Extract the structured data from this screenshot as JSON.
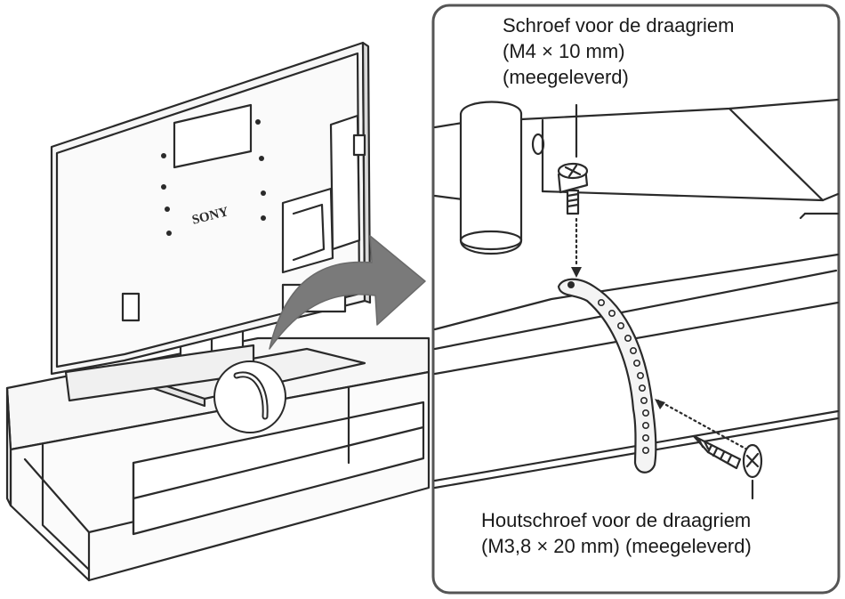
{
  "tv": {
    "brand_logo": "SONY"
  },
  "callouts": {
    "strap_screw": {
      "lines": [
        "Schroef voor de draagriem",
        "(M4 × 10 mm)",
        "(meegeleverd)"
      ]
    },
    "wood_screw": {
      "lines": [
        "Houtschroef voor de draagriem",
        "(M3,8 × 20 mm) (meegeleverd)"
      ]
    }
  },
  "colors": {
    "line": "#2a2a2a",
    "panel_border": "#555555",
    "screen_fill": "#f6f6f6",
    "arrow_fill": "#7a7a7a"
  }
}
